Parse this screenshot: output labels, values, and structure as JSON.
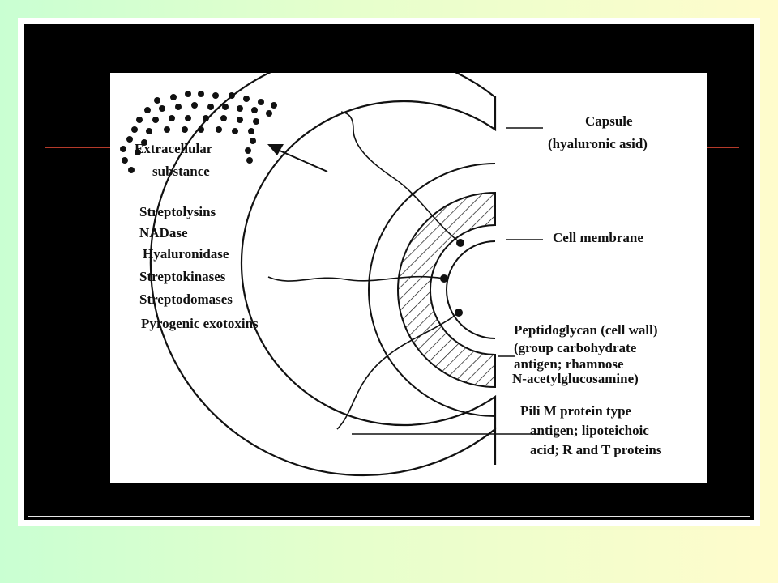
{
  "diagram": {
    "extracellular": {
      "line1": "Extracellular",
      "line2": "substance"
    },
    "enzymes": [
      "Streptolysins",
      "NADase",
      "Hyaluronidase",
      "Streptokinases",
      "Streptodomases",
      "Pyrogenic exotoxins"
    ],
    "capsule": {
      "line1": "Capsule",
      "line2": "(hyaluronic asid)"
    },
    "cell_membrane": "Cell membrane",
    "peptidoglycan": {
      "line1": "Peptidoglycan (cell wall)",
      "line2": "(group carbohydrate",
      "line3": "antigen; rhamnose",
      "line4": "N-acetylglucosamine)"
    },
    "pili": {
      "line1": "Pili M protein type",
      "line2": "antigen; lipoteichoic",
      "line3": "acid;  R and T proteins"
    }
  },
  "colors": {
    "background_left": "#c9ffd2",
    "background_right": "#fffccc",
    "frame": "#000000",
    "panel": "#ffffff",
    "accent_rule": "#b53a2a"
  }
}
